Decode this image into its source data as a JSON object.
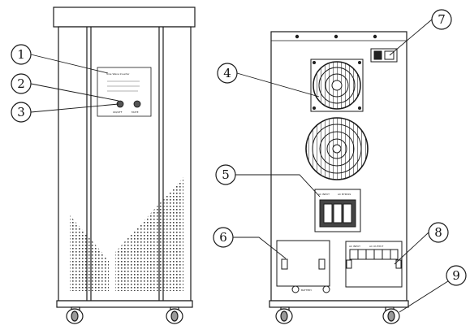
{
  "callouts": [
    {
      "id": "1",
      "label": "1"
    },
    {
      "id": "2",
      "label": "2"
    },
    {
      "id": "3",
      "label": "3"
    },
    {
      "id": "4",
      "label": "4"
    },
    {
      "id": "5",
      "label": "5"
    },
    {
      "id": "6",
      "label": "6"
    },
    {
      "id": "7",
      "label": "7"
    },
    {
      "id": "8",
      "label": "8"
    },
    {
      "id": "9",
      "label": "9"
    }
  ],
  "front_panel": {
    "display_title": "Sine Wave Inverter",
    "button_left": "ON/OFF",
    "button_right": "MUTE"
  },
  "rear_panel": {
    "breaker_left": "AC INPUT",
    "breaker_right": "AC BYPASS",
    "terminal_left": "AC INPUT",
    "terminal_right": "AC OUTPUT",
    "battery_label": "BATTERY"
  },
  "colors": {
    "line": "#1a1a1a",
    "mesh": "#555555",
    "background": "#ffffff"
  }
}
